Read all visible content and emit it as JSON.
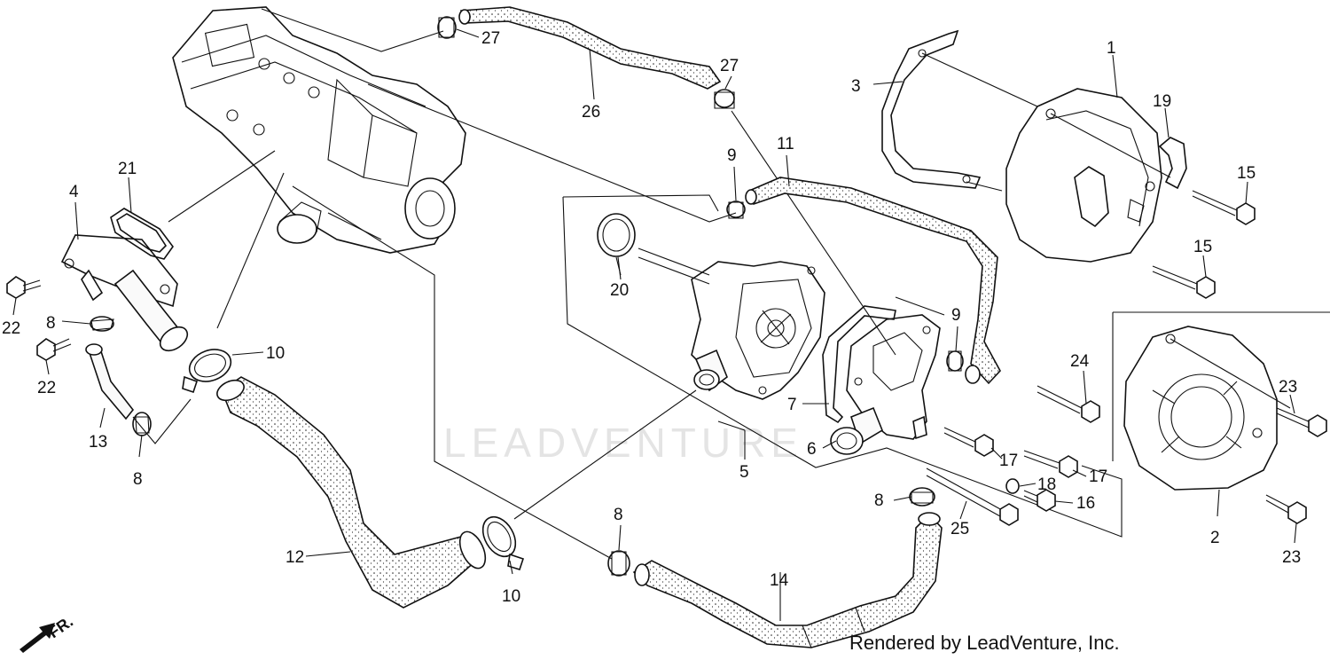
{
  "watermark": "LEADVENTURE",
  "credit": "Rendered by LeadVenture, Inc.",
  "front_indicator": "FR.",
  "callouts": {
    "c1": "1",
    "c2": "2",
    "c3": "3",
    "c4": "4",
    "c5": "5",
    "c6": "6",
    "c7": "7",
    "c8a": "8",
    "c8b": "8",
    "c8c": "8",
    "c8d": "8",
    "c9a": "9",
    "c9b": "9",
    "c10a": "10",
    "c10b": "10",
    "c11": "11",
    "c12": "12",
    "c13": "13",
    "c14": "14",
    "c15a": "15",
    "c15b": "15",
    "c16": "16",
    "c17a": "17",
    "c17b": "17",
    "c18": "18",
    "c19": "19",
    "c20": "20",
    "c21": "21",
    "c22a": "22",
    "c22b": "22",
    "c23a": "23",
    "c23b": "23",
    "c24": "24",
    "c25": "25",
    "c26": "26",
    "c27a": "27",
    "c27b": "27"
  }
}
